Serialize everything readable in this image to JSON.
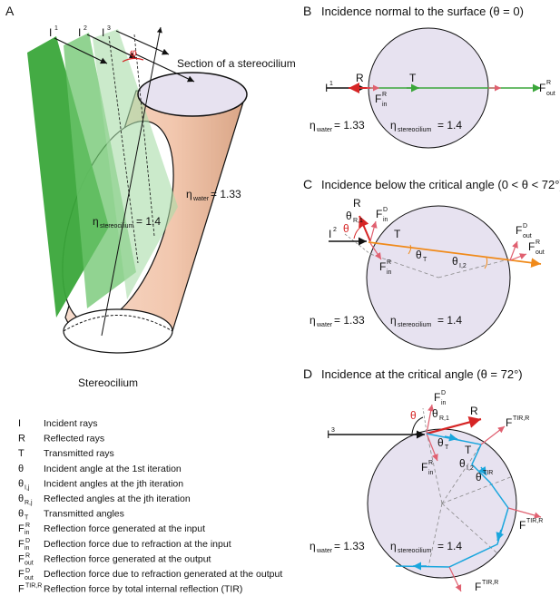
{
  "panel_a": {
    "letter": "A",
    "ray_labels": [
      "I",
      "I",
      "I"
    ],
    "ray_superscripts": [
      "1",
      "2",
      "3"
    ],
    "phi": "φ",
    "section_label": "Section of a stereocilium",
    "eta_stereo": "η",
    "eta_stereo_sub": "stereocilium",
    "eta_stereo_val": " = 1.4",
    "eta_water": "η",
    "eta_water_sub": "water",
    "eta_water_val": " = 1.33",
    "stereocilium_label": "Stereocilium"
  },
  "panel_b": {
    "letter": "B",
    "title": "Incidence normal to the surface (θ = 0)",
    "I": "I",
    "I_sup": "1",
    "R": "R",
    "T": "T",
    "Fin": "F",
    "Fin_sub": "in",
    "Fin_sup": "R",
    "Fout": "F",
    "Fout_sub": "out",
    "Fout_sup": "R",
    "eta": "η",
    "water_sub": "water",
    "water_val": " = 1.33",
    "stereo_sub": "stereocilium",
    "stereo_val": " = 1.4"
  },
  "panel_c": {
    "letter": "C",
    "title": "Incidence below the critical angle (0 < θ < 72°)",
    "I": "I",
    "I_sup": "2",
    "R": "R",
    "T": "T",
    "theta": "θ",
    "thetaR": "θ",
    "thetaR_sub": "R,1",
    "thetaT": "θ",
    "thetaT_sub": "T",
    "thetaI": "θ",
    "thetaI_sub": "I,2",
    "F": "F",
    "in": "in",
    "out": "out",
    "R_sup": "R",
    "D_sup": "D",
    "eta": "η",
    "water_sub": "water",
    "water_val": " = 1.33",
    "stereo_sub": "stereocilium",
    "stereo_val": " = 1.4"
  },
  "panel_d": {
    "letter": "D",
    "title": "Incidence at the critical angle (θ = 72°)",
    "I": "I",
    "I_sup": "3",
    "R": "R",
    "T": "T",
    "theta": "θ",
    "thetaR": "θ",
    "thetaR_sub": "R,1",
    "thetaT": "θ",
    "thetaT_sub": "T",
    "thetaI": "θ",
    "thetaI_sub": "I,2",
    "thetaTIR": "θ",
    "thetaTIR_sup": "TIR",
    "F": "F",
    "in": "in",
    "R_sup": "R",
    "D_sup": "D",
    "TIR_sup": "TIR,R",
    "eta": "η",
    "water_sub": "water",
    "water_val": " = 1.33",
    "stereo_sub": "stereocilium",
    "stereo_val": " = 1.4"
  },
  "legend": [
    {
      "sym": "I",
      "sub": "",
      "sup": "",
      "desc": "Incident rays"
    },
    {
      "sym": "R",
      "sub": "",
      "sup": "",
      "desc": "Reflected rays"
    },
    {
      "sym": "T",
      "sub": "",
      "sup": "",
      "desc": "Transmitted rays"
    },
    {
      "sym": "θ",
      "sub": "",
      "sup": "",
      "desc": "Incident angle at the 1st iteration"
    },
    {
      "sym": "θ",
      "sub": "I,j",
      "sup": "",
      "desc": "Incident angles at the jth iteration"
    },
    {
      "sym": "θ",
      "sub": "R,j",
      "sup": "",
      "desc": "Reflected angles at the jth iteration"
    },
    {
      "sym": "θ",
      "sub": "T",
      "sup": "",
      "desc": "Transmitted angles"
    },
    {
      "sym": "F",
      "sub": "in",
      "sup": "R",
      "desc": "Reflection force generated at the input"
    },
    {
      "sym": "F",
      "sub": "in",
      "sup": "D",
      "desc": "Deflection force due to refraction at the input"
    },
    {
      "sym": "F",
      "sub": "out",
      "sup": "R",
      "desc": "Reflection force generated at the output"
    },
    {
      "sym": "F",
      "sub": "out",
      "sup": "D",
      "desc": "Deflection force due to refraction generated at the output"
    },
    {
      "sym": "F",
      "sub": "",
      "sup": "TIR,R",
      "desc": "Reflection force by total internal reflection (TIR)"
    }
  ],
  "colors": {
    "circle_fill": "#e7e2f0",
    "green": "#3aa63a",
    "red": "#d62525",
    "orange": "#f08a1a",
    "blue": "#1aa6dd",
    "pink": "#e06070",
    "cylinder": "#f2cbb5"
  }
}
